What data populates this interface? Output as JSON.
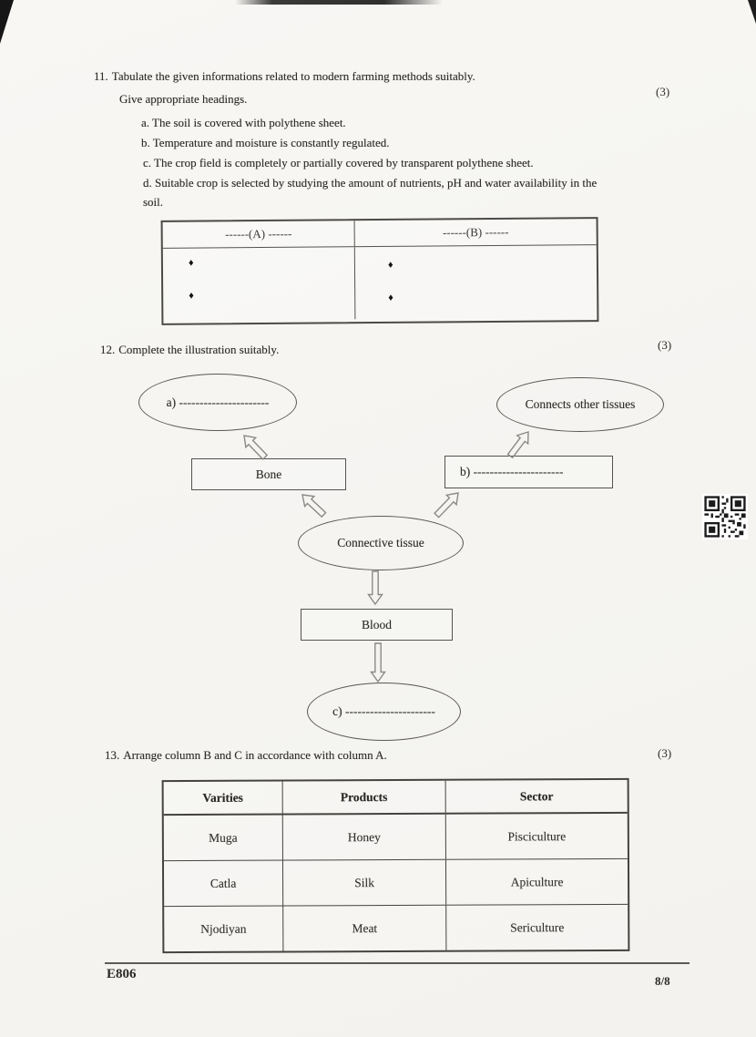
{
  "q11": {
    "number": "11.",
    "text": "Tabulate the given informations related to modern farming methods suitably.",
    "subtext": "Give appropriate headings.",
    "marks": "(3)",
    "items": [
      "a. The soil is covered with polythene sheet.",
      "b. Temperature and moisture is constantly regulated.",
      "c. The crop field is completely or partially covered by transparent polythene sheet.",
      "d. Suitable crop is selected by studying the amount of nutrients, pH and water availability in the soil."
    ],
    "table": {
      "headers": [
        "------(A) ------",
        "------(B) ------"
      ],
      "bullet": "♦"
    }
  },
  "q12": {
    "number": "12.",
    "text": "Complete the illustration suitably.",
    "marks": "(3)",
    "diagram": {
      "ellipse_a": "a) ----------------------",
      "ellipse_connects": "Connects other tissues",
      "box_bone": "Bone",
      "box_b": "b) ----------------------",
      "ellipse_connective": "Connective tissue",
      "box_blood": "Blood",
      "ellipse_c": "c) ----------------------"
    }
  },
  "q13": {
    "number": "13.",
    "text": "Arrange column B and C in accordance with column A.",
    "marks": "(3)",
    "table": {
      "headers": [
        "Varities",
        "Products",
        "Sector"
      ],
      "rows": [
        [
          "Muga",
          "Honey",
          "Pisciculture"
        ],
        [
          "Catla",
          "Silk",
          "Apiculture"
        ],
        [
          "Njodiyan",
          "Meat",
          "Sericulture"
        ]
      ]
    }
  },
  "footer": {
    "code": "E806",
    "page_number": "8/8"
  }
}
